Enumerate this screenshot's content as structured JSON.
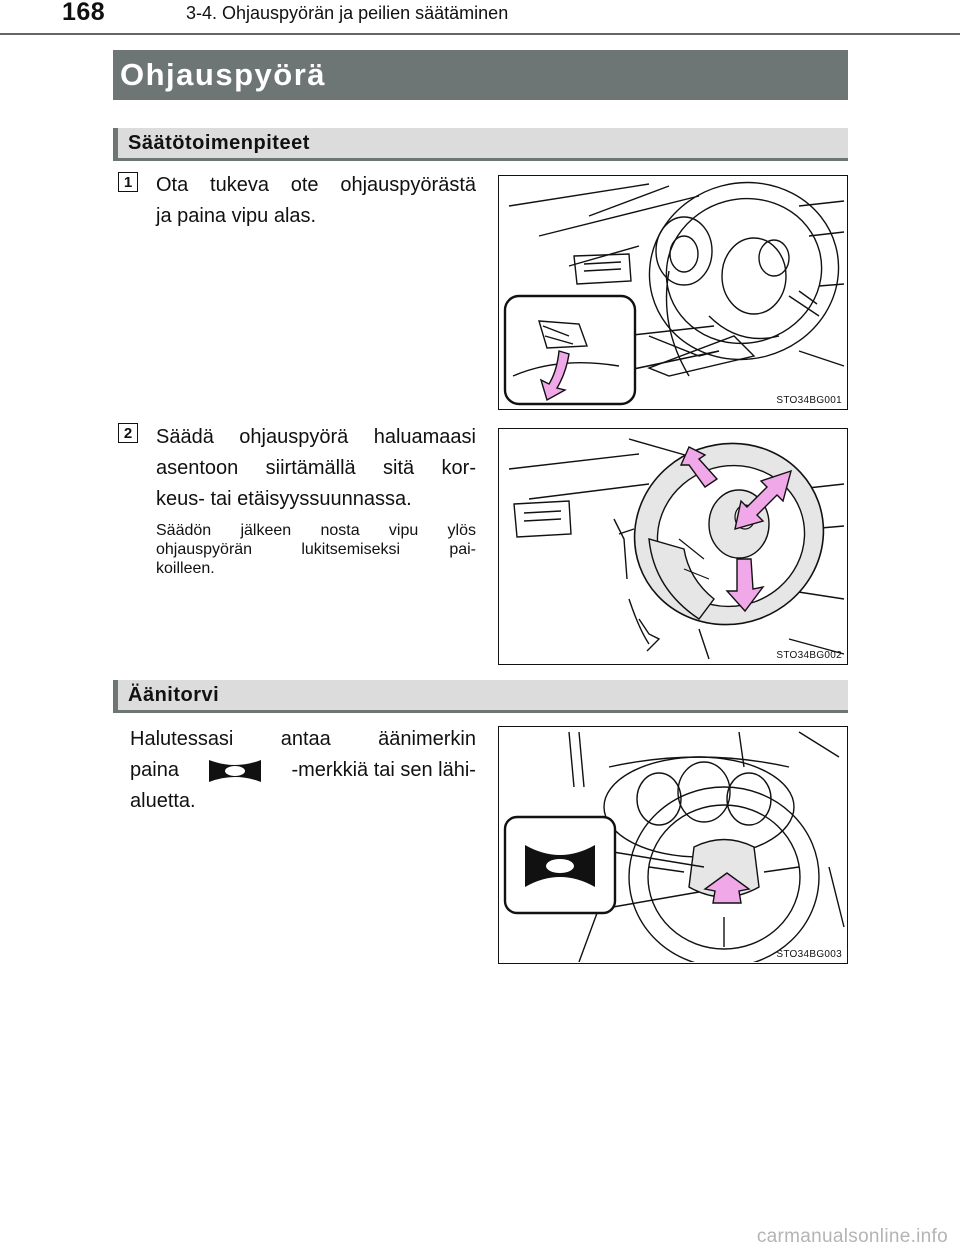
{
  "header": {
    "page_number": "168",
    "chapter": "3-4. Ohjauspyörän ja peilien säätäminen"
  },
  "title": "Ohjauspyörä",
  "adjust_section": {
    "heading": "Säätötoimenpiteet",
    "steps": [
      {
        "number": "1",
        "lines": [
          "Ota tukeva ote ohjauspyörästä",
          "ja paina vipu alas."
        ],
        "figure_code": "STO34BG001"
      },
      {
        "number": "2",
        "lines": [
          "Säädä ohjauspyörä haluamaasi",
          "asentoon siirtämällä sitä kor-",
          "keus- tai etäisyyssuunnassa."
        ],
        "note_lines": [
          "Säädön jälkeen nosta vipu ylös",
          "ohjauspyörän lukitsemiseksi pai-",
          "koilleen."
        ],
        "figure_code": "STO34BG002"
      }
    ]
  },
  "horn_section": {
    "heading": "Äänitorvi",
    "line1": "Halutessasi antaa äänimerkin",
    "line2_before": "paina",
    "line2_after": "-merkkiä tai sen lähi-",
    "line3": "aluetta.",
    "figure_code": "STO34BG003"
  },
  "watermark": "carmanualsonline.info",
  "icons": [
    "horn-icon",
    "arrow-down-icon",
    "arrow-up-icon",
    "arrow-bidirectional-icon"
  ],
  "colors": {
    "title_bar": "#6e7675",
    "subhead_bg": "#dcdcdc",
    "arrow_fill": "#f0a8e8"
  }
}
